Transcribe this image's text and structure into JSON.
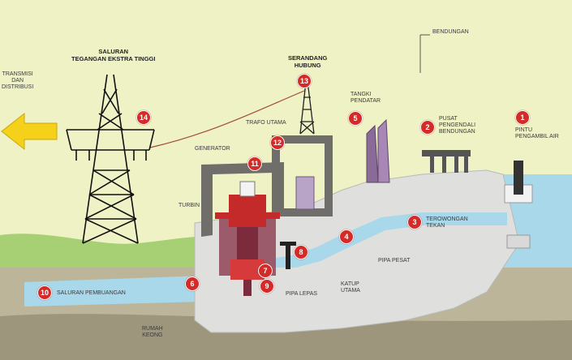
{
  "labels": {
    "transmisi": "TRANSMISI\nDAN\nDISTRIBUSI",
    "saluran_tegangan": "SALURAN\nTEGANGAN EKSTRA TINGGI",
    "serandang": "SERANDANG\nHUBUNG",
    "trafo": "TRAFO UTAMA",
    "tangki": "TANGKI\nPENDATAR",
    "bendungan": "BENDUNGAN",
    "pusat": "PUSAT\nPENGENDALI\nBENDUNGAN",
    "pintu": "PINTU\nPENGAMBIL AIR",
    "generator": "GENERATOR",
    "turbin": "TURBIN",
    "terowongan": "TEROWONGAN\nTEKAN",
    "pipa_pesat": "PIPA PESAT",
    "katup": "KATUP\nUTAMA",
    "pipa_lepas": "PIPA LEPAS",
    "saluran_pembuangan": "SALURAN PEMBUANGAN",
    "rumah_keong": "RUMAH\nKEONG"
  },
  "markers": {
    "m1": "1",
    "m2": "2",
    "m3": "3",
    "m4": "4",
    "m5": "5",
    "m6": "6",
    "m7": "7",
    "m8": "8",
    "m9": "9",
    "m10": "10",
    "m11": "11",
    "m12": "12",
    "m13": "13",
    "m14": "14"
  },
  "colors": {
    "marker": "#d42a28",
    "water": "#a9d8ea",
    "concrete": "#dfe0de",
    "grass": "#a7cf73",
    "arrow": "#f5d11a"
  }
}
